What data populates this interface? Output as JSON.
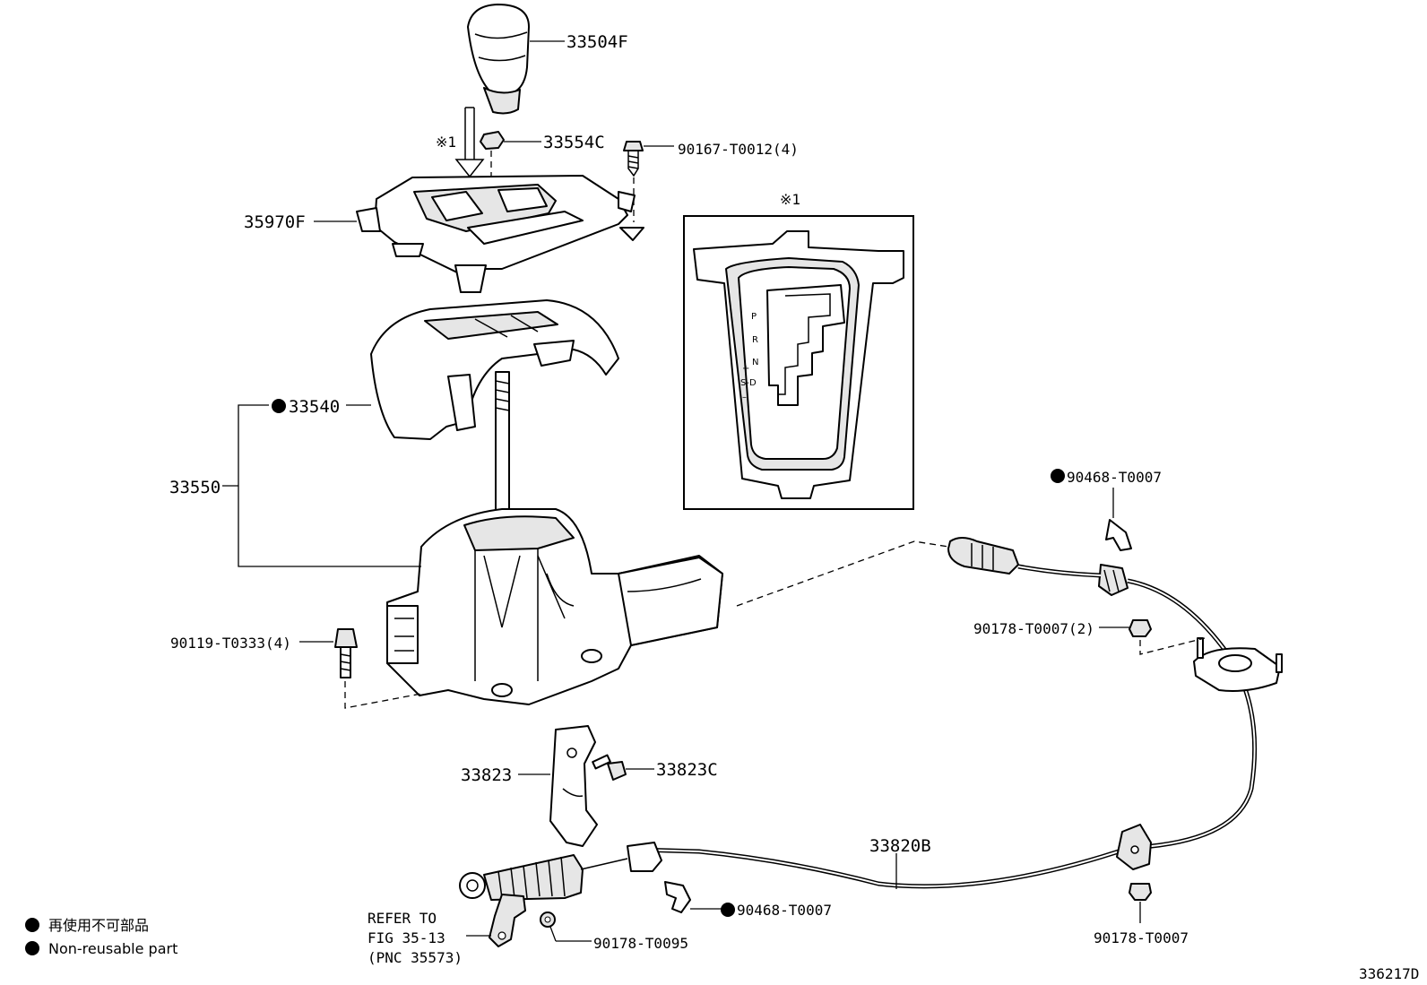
{
  "labels": {
    "knob": "33504F",
    "clip": "33554C",
    "screw_top": "90167-T0012(4)",
    "bezel": "35970F",
    "cover": "33540",
    "assembly": "33550",
    "bolt_left": "90119-T0333(4)",
    "bracket": "33823",
    "bracket_bolt": "33823C",
    "cable": "33820B",
    "clip_upper": "90468-T0007",
    "nut_upper": "90178-T0007(2)",
    "clip_lower": "90468-T0007",
    "nut_bottom": "90178-T0095",
    "nut_right": "90178-T0007",
    "refer_line1": "REFER TO",
    "refer_line2": "FIG 35-13",
    "refer_line3": "(PNC 35573)"
  },
  "inset": {
    "marker": "※1",
    "gate_letters": [
      "P",
      "R",
      "N",
      "+",
      "S-D",
      "–"
    ]
  },
  "arrow_marker": "※1",
  "legend": {
    "jp": "再使用不可部品",
    "en": "Non-reusable part"
  },
  "figure_id": "336217D"
}
